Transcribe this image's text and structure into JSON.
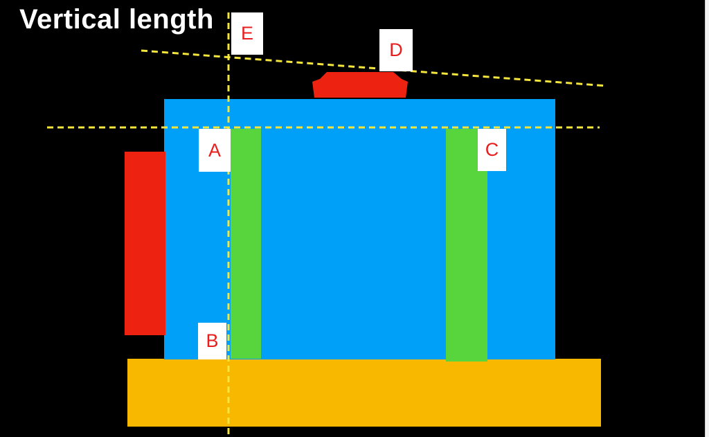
{
  "title": "Vertical length",
  "labels": {
    "a": "A",
    "b": "B",
    "c": "C",
    "d": "D",
    "e": "E"
  },
  "colors": {
    "background": "#000000",
    "body": "#00a0f8",
    "pillar": "#58d43c",
    "red_part": "#ee2211",
    "base": "#f8b800",
    "guide_line": "#f5e63d",
    "label_text": "#e81e1e"
  }
}
